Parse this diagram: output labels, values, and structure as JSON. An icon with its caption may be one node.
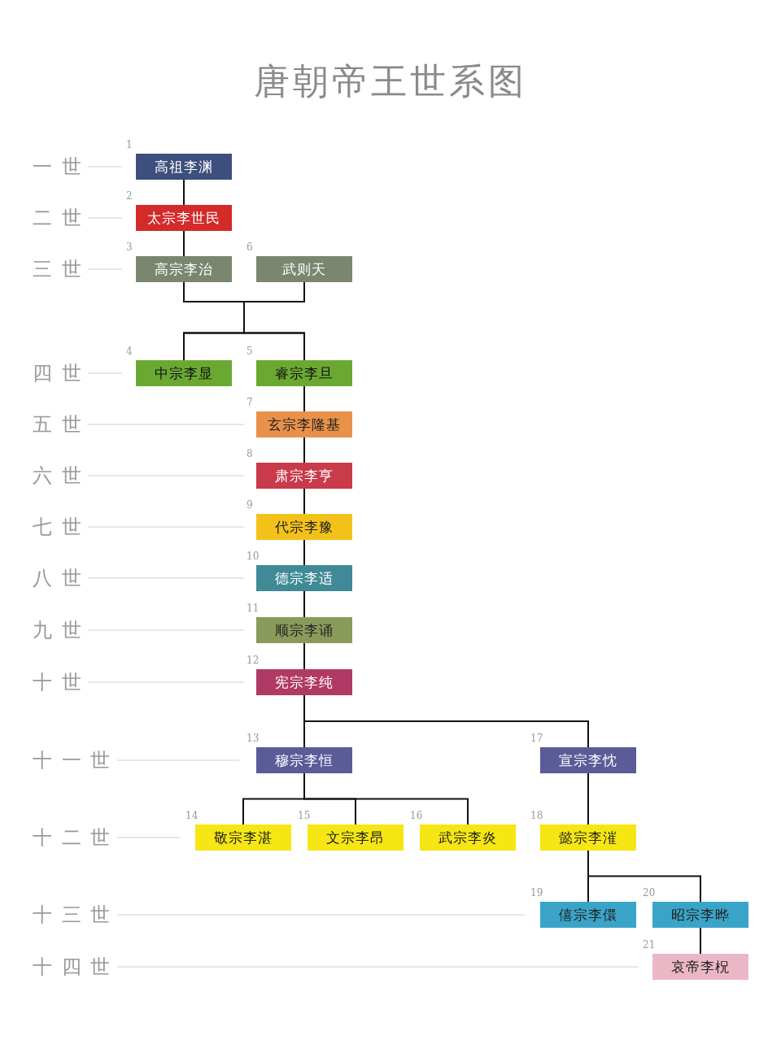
{
  "diagram": {
    "title": "唐朝帝王世系图",
    "nodes": [
      {
        "text": [
          "高祖李渊"
        ],
        "beside": [
          "1"
        ]
      },
      {
        "text": [
          "太宗李世民"
        ],
        "beside": [
          "2"
        ]
      },
      {
        "text": [
          "高宗李治"
        ],
        "beside": [
          "3"
        ]
      },
      {
        "text": [
          "武则天"
        ],
        "beside": [
          "6"
        ]
      },
      {
        "text": [
          "中宗李显"
        ],
        "beside": [
          "4"
        ]
      },
      {
        "text": [
          "睿宗李旦"
        ],
        "beside": [
          "5"
        ]
      },
      {
        "text": [
          "玄宗李隆基"
        ],
        "beside": [
          "7"
        ]
      },
      {
        "text": [
          "肃宗李亨"
        ],
        "beside": [
          "8"
        ]
      },
      {
        "text": [
          "代宗李豫"
        ],
        "beside": [
          "9"
        ]
      },
      {
        "text": [
          "德宗李适"
        ],
        "beside": [
          "10"
        ]
      },
      {
        "text": [
          "顺宗李诵"
        ],
        "beside": [
          "11"
        ]
      },
      {
        "text": [
          "宪宗李纯"
        ],
        "beside": [
          "12"
        ]
      },
      {
        "text": [
          "穆宗李恒"
        ],
        "beside": [
          "13"
        ]
      },
      {
        "text": [
          "宣宗李忱"
        ],
        "beside": [
          "17"
        ]
      },
      {
        "text": [
          "敬宗李湛"
        ],
        "beside": [
          "14"
        ]
      },
      {
        "text": [
          "文宗李昂"
        ],
        "beside": [
          "15"
        ]
      },
      {
        "text": [
          "武宗李炎"
        ],
        "beside": [
          "16"
        ]
      },
      {
        "text": [
          "懿宗李漼"
        ],
        "beside": [
          "18"
        ]
      },
      {
        "text": [
          "僖宗李儇"
        ],
        "beside": [
          "19"
        ]
      },
      {
        "text": [
          "昭宗李晔"
        ],
        "beside": [
          "20"
        ]
      },
      {
        "text": [
          "哀帝李柷"
        ],
        "beside": [
          "21"
        ]
      }
    ],
    "edges": [
      {
        "from": 0,
        "to": 1,
        "arrow": "none"
      },
      {
        "from": 1,
        "to": 2,
        "arrow": "none"
      },
      {
        "from": 2,
        "to": 4,
        "arrow": "none"
      },
      {
        "from": 2,
        "to": 5,
        "arrow": "none"
      },
      {
        "from": 3,
        "to": 4,
        "arrow": "none"
      },
      {
        "from": 3,
        "to": 5,
        "arrow": "none"
      },
      {
        "from": 5,
        "to": 6,
        "arrow": "none"
      },
      {
        "from": 6,
        "to": 7,
        "arrow": "none"
      },
      {
        "from": 7,
        "to": 8,
        "arrow": "none"
      },
      {
        "from": 8,
        "to": 9,
        "arrow": "none"
      },
      {
        "from": 9,
        "to": 10,
        "arrow": "none"
      },
      {
        "from": 10,
        "to": 11,
        "arrow": "none"
      },
      {
        "from": 11,
        "to": 12,
        "arrow": "none"
      },
      {
        "from": 11,
        "to": 13,
        "arrow": "none"
      },
      {
        "from": 12,
        "to": 14,
        "arrow": "none"
      },
      {
        "from": 12,
        "to": 15,
        "arrow": "none"
      },
      {
        "from": 12,
        "to": 16,
        "arrow": "none"
      },
      {
        "from": 13,
        "to": 17,
        "arrow": "none"
      },
      {
        "from": 17,
        "to": 18,
        "arrow": "none"
      },
      {
        "from": 17,
        "to": 19,
        "arrow": "none"
      },
      {
        "from": 19,
        "to": 20,
        "arrow": "none"
      }
    ],
    "labels": [
      "一 世",
      "二 世",
      "三 世",
      "四 世",
      "五 世",
      "六 世",
      "七 世",
      "八 世",
      "九 世",
      "十 世",
      "十 一 世",
      "十 二 世",
      "十 三 世",
      "十 四 世"
    ]
  }
}
